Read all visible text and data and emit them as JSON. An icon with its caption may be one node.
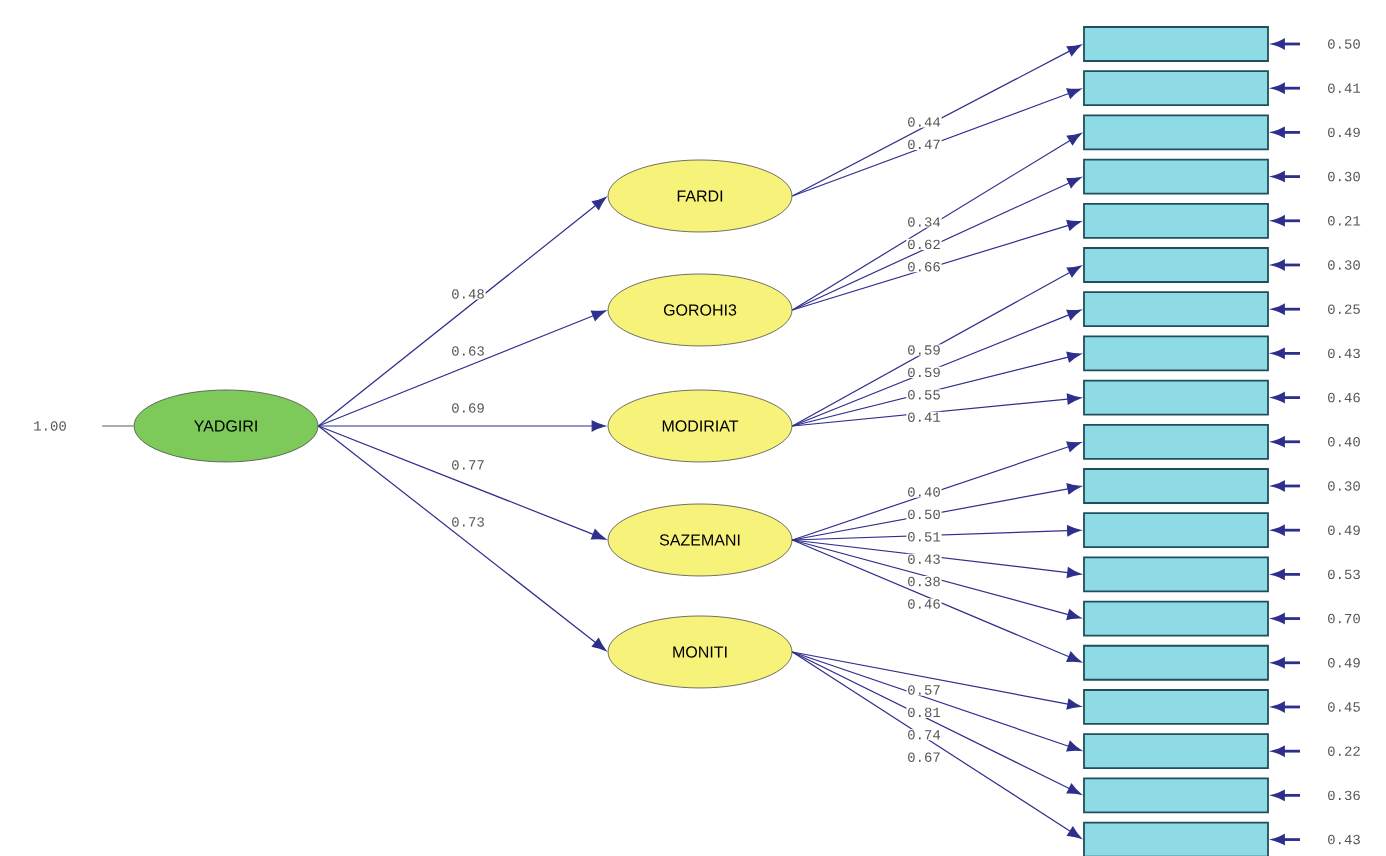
{
  "diagram": {
    "nodes": [
      {
        "text": [
          "YADGIRI"
        ]
      },
      {
        "text": [
          "FARDI"
        ]
      },
      {
        "text": [
          "GOROHI3"
        ]
      },
      {
        "text": [
          "MODIRIAT"
        ]
      },
      {
        "text": [
          "SAZEMANI"
        ]
      },
      {
        "text": [
          "MONITI"
        ]
      },
      {
        "text": [],
        "shape": "box"
      },
      {
        "text": [],
        "shape": "box"
      },
      {
        "text": [],
        "shape": "box"
      },
      {
        "text": [],
        "shape": "box"
      },
      {
        "text": [],
        "shape": "box"
      },
      {
        "text": [],
        "shape": "box"
      },
      {
        "text": [],
        "shape": "box"
      },
      {
        "text": [],
        "shape": "box"
      },
      {
        "text": [],
        "shape": "box"
      },
      {
        "text": [],
        "shape": "box"
      },
      {
        "text": [],
        "shape": "box"
      },
      {
        "text": [],
        "shape": "box"
      },
      {
        "text": [],
        "shape": "box"
      },
      {
        "text": [],
        "shape": "box"
      },
      {
        "text": [],
        "shape": "box"
      },
      {
        "text": [],
        "shape": "box"
      },
      {
        "text": [],
        "shape": "box"
      },
      {
        "text": [],
        "shape": "box"
      },
      {
        "text": [],
        "shape": "box"
      }
    ],
    "edges": [
      {
        "from": null,
        "to": 0,
        "arrow": "none",
        "label": "1.00",
        "color": "#999999"
      },
      {
        "from": 0,
        "to": 1,
        "arrow": "to",
        "label": "0.48"
      },
      {
        "from": 0,
        "to": 2,
        "arrow": "to",
        "label": "0.63"
      },
      {
        "from": 0,
        "to": 3,
        "arrow": "to",
        "label": "0.69"
      },
      {
        "from": 0,
        "to": 4,
        "arrow": "to",
        "label": "0.77"
      },
      {
        "from": 0,
        "to": 5,
        "arrow": "to",
        "label": "0.73"
      },
      {
        "from": 1,
        "to": 6,
        "arrow": "to",
        "label": "0.44"
      },
      {
        "from": 1,
        "to": 7,
        "arrow": "to",
        "label": "0.47"
      },
      {
        "from": 2,
        "to": 8,
        "arrow": "to",
        "label": "0.34"
      },
      {
        "from": 2,
        "to": 9,
        "arrow": "to",
        "label": "0.62"
      },
      {
        "from": 2,
        "to": 10,
        "arrow": "to",
        "label": "0.66"
      },
      {
        "from": 3,
        "to": 11,
        "arrow": "to",
        "label": "0.59"
      },
      {
        "from": 3,
        "to": 12,
        "arrow": "to",
        "label": "0.59"
      },
      {
        "from": 3,
        "to": 13,
        "arrow": "to",
        "label": "0.55"
      },
      {
        "from": 3,
        "to": 14,
        "arrow": "to",
        "label": "0.41"
      },
      {
        "from": 4,
        "to": 15,
        "arrow": "to",
        "label": "0.40"
      },
      {
        "from": 4,
        "to": 16,
        "arrow": "to",
        "label": "0.50"
      },
      {
        "from": 4,
        "to": 17,
        "arrow": "to",
        "label": "0.51"
      },
      {
        "from": 4,
        "to": 18,
        "arrow": "to",
        "label": "0.43"
      },
      {
        "from": 4,
        "to": 19,
        "arrow": "to",
        "label": "0.38"
      },
      {
        "from": 4,
        "to": 20,
        "arrow": "to",
        "label": "0.46"
      },
      {
        "from": 5,
        "to": 21,
        "arrow": "to",
        "label": "0.57"
      },
      {
        "from": 5,
        "to": 22,
        "arrow": "to",
        "label": "0.81"
      },
      {
        "from": 5,
        "to": 23,
        "arrow": "to",
        "label": "0.74"
      },
      {
        "from": 5,
        "to": 24,
        "arrow": "to",
        "label": "0.67"
      },
      {
        "from": null,
        "to": 6,
        "arrow": "to",
        "label": "0.50"
      },
      {
        "from": null,
        "to": 7,
        "arrow": "to",
        "label": "0.41"
      },
      {
        "from": null,
        "to": 8,
        "arrow": "to",
        "label": "0.49"
      },
      {
        "from": null,
        "to": 9,
        "arrow": "to",
        "label": "0.30"
      },
      {
        "from": null,
        "to": 10,
        "arrow": "to",
        "label": "0.21"
      },
      {
        "from": null,
        "to": 11,
        "arrow": "to",
        "label": "0.30"
      },
      {
        "from": null,
        "to": 12,
        "arrow": "to",
        "label": "0.25"
      },
      {
        "from": null,
        "to": 13,
        "arrow": "to",
        "label": "0.43"
      },
      {
        "from": null,
        "to": 14,
        "arrow": "to",
        "label": "0.46"
      },
      {
        "from": null,
        "to": 15,
        "arrow": "to",
        "label": "0.40"
      },
      {
        "from": null,
        "to": 16,
        "arrow": "to",
        "label": "0.30"
      },
      {
        "from": null,
        "to": 17,
        "arrow": "to",
        "label": "0.49"
      },
      {
        "from": null,
        "to": 18,
        "arrow": "to",
        "label": "0.53"
      },
      {
        "from": null,
        "to": 19,
        "arrow": "to",
        "label": "0.70"
      },
      {
        "from": null,
        "to": 20,
        "arrow": "to",
        "label": "0.49"
      },
      {
        "from": null,
        "to": 21,
        "arrow": "to",
        "label": "0.45"
      },
      {
        "from": null,
        "to": 22,
        "arrow": "to",
        "label": "0.22"
      },
      {
        "from": null,
        "to": 23,
        "arrow": "to",
        "label": "0.36"
      },
      {
        "from": null,
        "to": 24,
        "arrow": "to",
        "label": "0.43"
      }
    ]
  }
}
